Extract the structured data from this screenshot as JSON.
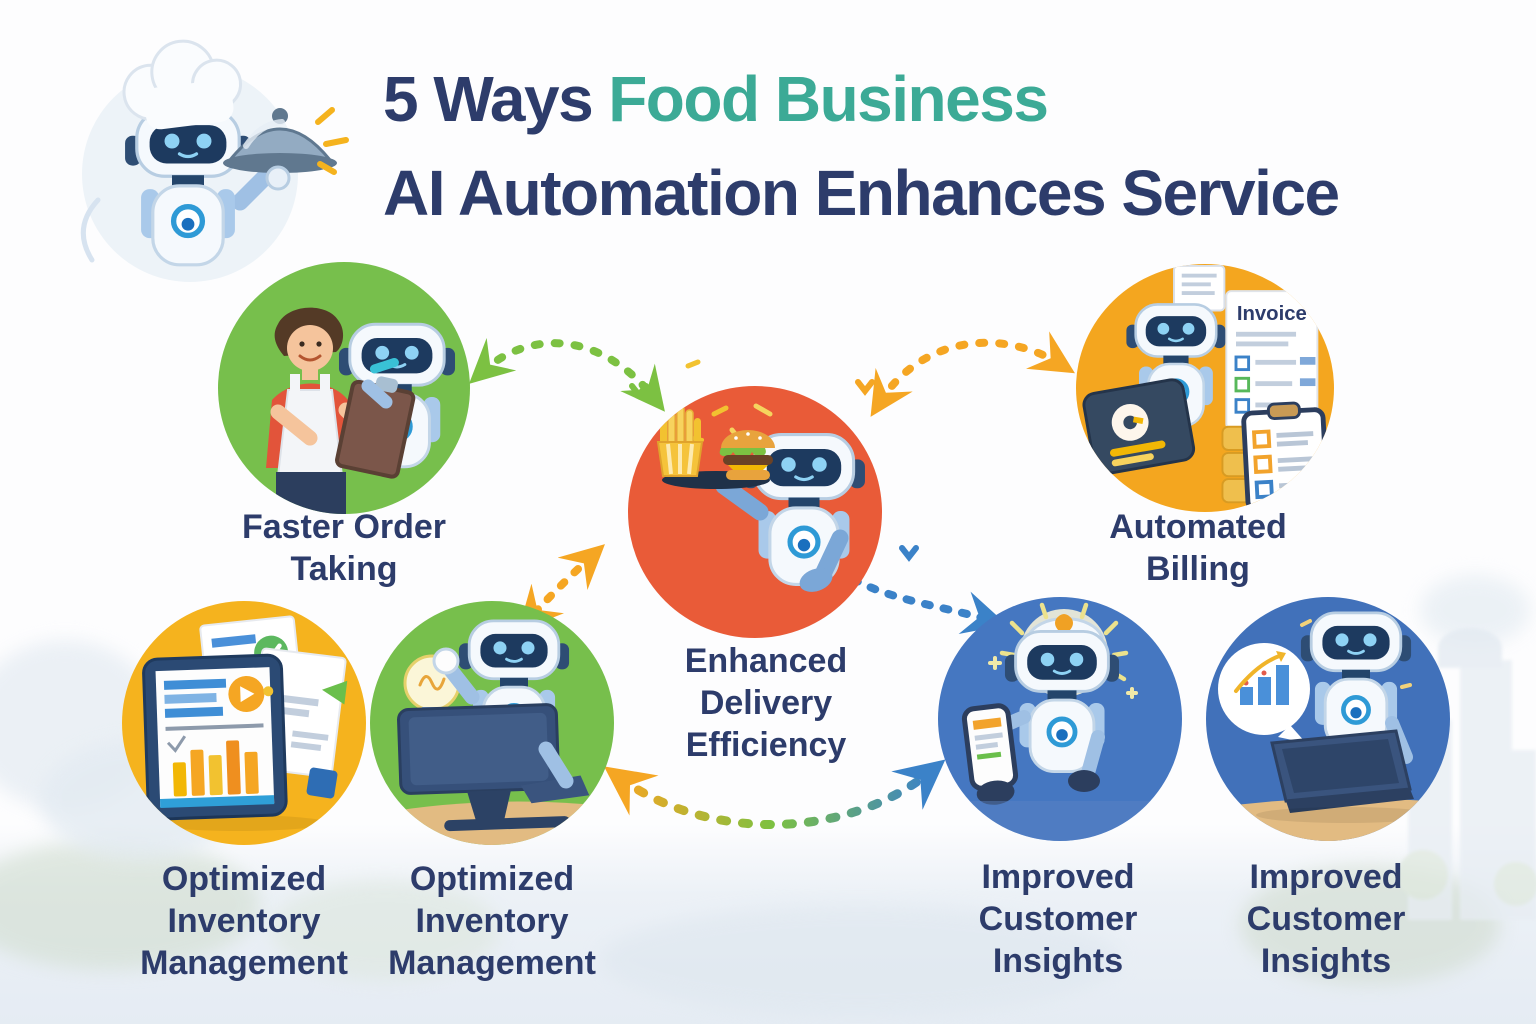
{
  "title": {
    "line1_dark": "5 Ways",
    "line1_teal": "Food Business",
    "line2": "AI Automation Enhances Service"
  },
  "nodes": {
    "faster_order": {
      "label": "Faster Order\nTaking"
    },
    "automated_billing": {
      "label": "Automated\nBilling",
      "invoice_title": "Invoice"
    },
    "delivery": {
      "label": "Enhanced\nDelivery\nEfficiency"
    },
    "inventory_left": {
      "label": "Optimized\nInventory\nManagement"
    },
    "inventory_mid": {
      "label": "Optimized\nInventory\nManagement"
    },
    "insights_left": {
      "label": "Improved\nCustomer\nInsights"
    },
    "insights_right": {
      "label": "Improved\nCustomer\nInsights"
    }
  },
  "colors": {
    "title_navy": "#2d3c6b",
    "title_teal": "#3caa96",
    "circle_green": "#77bf4c",
    "circle_orange_red": "#e95b38",
    "circle_orange": "#f4a61f",
    "circle_yellow": "#f5b31e",
    "circle_blue": "#4577c1",
    "circle_blue_dark": "#4171ba",
    "arrow_green": "#7cc142",
    "arrow_orange": "#f5a623",
    "arrow_blue": "#3b82c8",
    "label_navy": "#2d3c6b"
  }
}
